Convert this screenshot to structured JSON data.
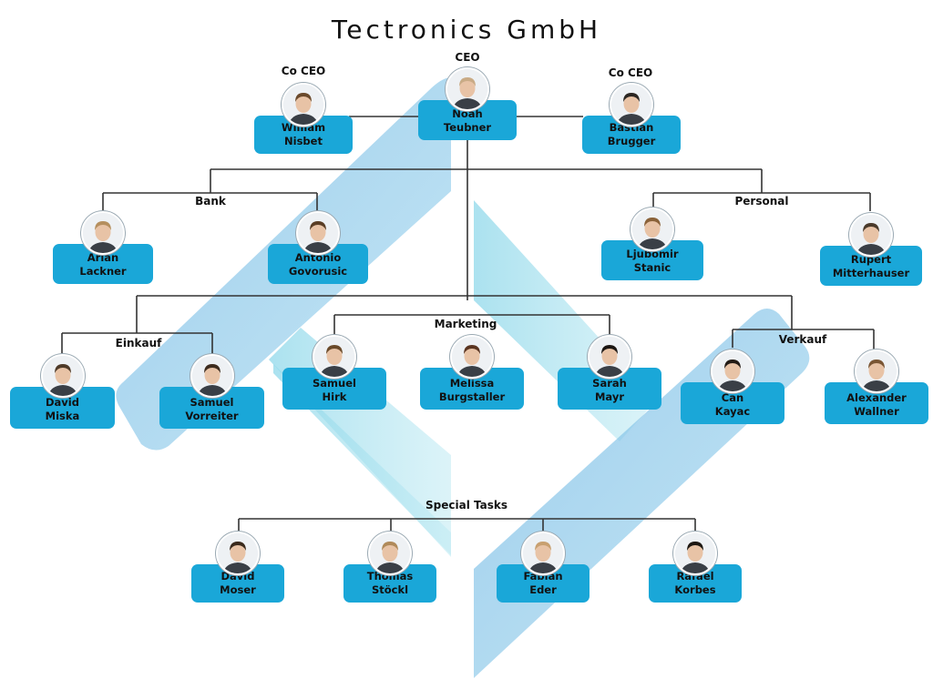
{
  "title": "Tectronics GmbH",
  "colors": {
    "card": "#1aa7d8",
    "line": "#333333",
    "watermark": "#1aa7d8"
  },
  "groups": [
    {
      "id": "ceo",
      "label": "CEO"
    },
    {
      "id": "coceo_left",
      "label": "Co CEO"
    },
    {
      "id": "coceo_right",
      "label": "Co CEO"
    },
    {
      "id": "bank",
      "label": "Bank"
    },
    {
      "id": "personal",
      "label": "Personal"
    },
    {
      "id": "einkauf",
      "label": "Einkauf"
    },
    {
      "id": "marketing",
      "label": "Marketing"
    },
    {
      "id": "verkauf",
      "label": "Verkauf"
    },
    {
      "id": "special",
      "label": "Special Tasks"
    }
  ],
  "people": [
    {
      "id": "noah",
      "first": "Noah",
      "last": "Teubner",
      "hair": "#c9ab86"
    },
    {
      "id": "william",
      "first": "William",
      "last": "Nisbet",
      "hair": "#6b4a2c"
    },
    {
      "id": "bastian",
      "first": "Bastian",
      "last": "Brugger",
      "hair": "#2b2622"
    },
    {
      "id": "arian",
      "first": "Arian",
      "last": "Lackner",
      "hair": "#b58f5e"
    },
    {
      "id": "antonio",
      "first": "Antonio",
      "last": "Govorusic",
      "hair": "#5a3e25"
    },
    {
      "id": "ljubomir",
      "first": "Ljubomir",
      "last": "Stanic",
      "hair": "#8a6239"
    },
    {
      "id": "rupert",
      "first": "Rupert",
      "last": "Mitterhauser",
      "hair": "#4a3a2a"
    },
    {
      "id": "david_m",
      "first": "David",
      "last": "Miska",
      "hair": "#4e3a28"
    },
    {
      "id": "samuel_v",
      "first": "Samuel",
      "last": "Vorreiter",
      "hair": "#3e2c1e"
    },
    {
      "id": "samuel_h",
      "first": "Samuel",
      "last": "Hirk",
      "hair": "#6a4a2a"
    },
    {
      "id": "melissa",
      "first": "Melissa",
      "last": "Burgstaller",
      "hair": "#5a3420"
    },
    {
      "id": "sarah",
      "first": "Sarah",
      "last": "Mayr",
      "hair": "#1c1612"
    },
    {
      "id": "can",
      "first": "Can",
      "last": "Kayac",
      "hair": "#241c16"
    },
    {
      "id": "alexander",
      "first": "Alexander",
      "last": "Wallner",
      "hair": "#7a5634"
    },
    {
      "id": "david_mo",
      "first": "David",
      "last": "Moser",
      "hair": "#3a2a1c"
    },
    {
      "id": "thomas",
      "first": "Thomas",
      "last": "Stöckl",
      "hair": "#b08a5a"
    },
    {
      "id": "fabian",
      "first": "Fabian",
      "last": "Eder",
      "hair": "#c8a070"
    },
    {
      "id": "rafael",
      "first": "Rafael",
      "last": "Korbes",
      "hair": "#1e1812"
    }
  ]
}
